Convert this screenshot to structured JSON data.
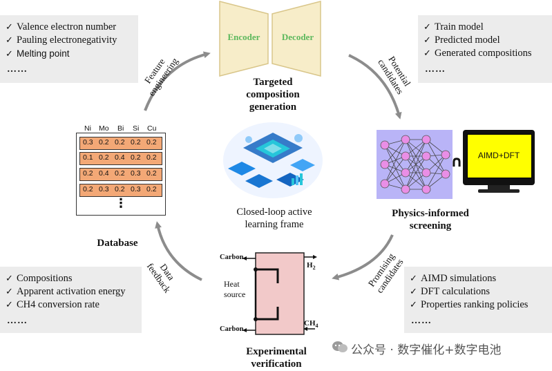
{
  "top_left_box": {
    "items": [
      "Valence electron number",
      "Pauling electronegativity",
      "Melting point"
    ],
    "more": "……"
  },
  "top_right_box": {
    "items": [
      "Train model",
      "Predicted model",
      "Generated compositions"
    ],
    "more": "……"
  },
  "bottom_left_box": {
    "items": [
      "Compositions",
      "Apparent activation energy",
      "CH4 conversion rate"
    ],
    "more": "……"
  },
  "bottom_right_box": {
    "items": [
      "AIMD simulations",
      "DFT calculations",
      "Properties ranking policies"
    ],
    "more": "……"
  },
  "encoder_label": "Encoder",
  "decoder_label": "Decoder",
  "generation_caption": [
    "Targeted",
    "composition",
    "generation"
  ],
  "screening_caption": [
    "Physics-informed",
    "screening"
  ],
  "verification_caption": [
    "Experimental",
    "verification"
  ],
  "database_caption": "Database",
  "center_caption": [
    "Closed-loop active",
    "learning frame"
  ],
  "arrow_labels": {
    "feature_engineering": [
      "Feature",
      "engineering"
    ],
    "potential_candidates": [
      "Potential",
      "candidates"
    ],
    "promising_candidates": [
      "Promising",
      "candidates"
    ],
    "data_feedback": [
      "Data",
      "feedback"
    ]
  },
  "database": {
    "headers": [
      "Ni",
      "Mo",
      "Bi",
      "Si",
      "Cu"
    ],
    "rows": [
      [
        "0.3",
        "0.2",
        "0.2",
        "0.2",
        "0.2"
      ],
      [
        "0.1",
        "0.2",
        "0.4",
        "0.2",
        "0.2"
      ],
      [
        "0.2",
        "0.4",
        "0.2",
        "0.3",
        "0.2"
      ],
      [
        "0.2",
        "0.3",
        "0.2",
        "0.3",
        "0.2"
      ]
    ],
    "ellipsis": "⋮"
  },
  "monitor_text": "AIMD+DFT",
  "intersect_symbol": "∩",
  "reactor": {
    "carbon_top": "Carbon",
    "carbon_bottom": "Carbon",
    "h2": "H",
    "h2_sub": "2",
    "ch4": "CH",
    "ch4_sub": "4",
    "heat_source": [
      "Heat",
      "source"
    ]
  },
  "watermark": "公众号 · 数字催化+数字电池",
  "colors": {
    "arrow": "#8c8c8c",
    "box_bg": "#ececec",
    "encoder_fill": "#f7edc9",
    "encoder_text": "#5cb85c",
    "db_cell": "#f3a876",
    "reactor_fill": "#f2c9c9",
    "monitor_screen": "#ffff00",
    "nn_node": "#e98ee6",
    "nn_bg": "#b9b4f7"
  }
}
